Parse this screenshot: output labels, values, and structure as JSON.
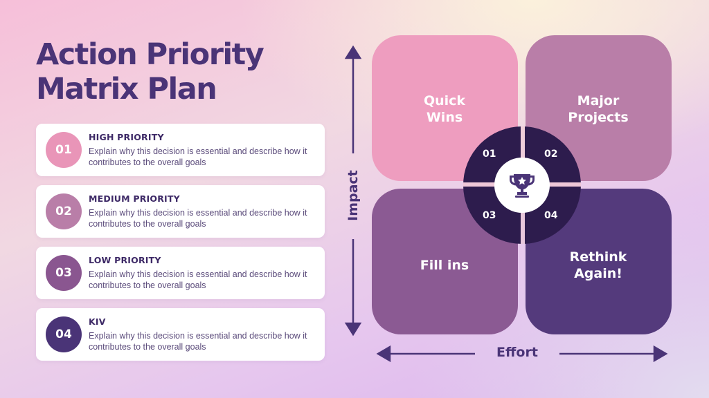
{
  "title": {
    "line1": "Action Priority",
    "line2": "Matrix Plan"
  },
  "cards": [
    {
      "number": "01",
      "title": "HIGH PRIORITY",
      "desc": "Explain why this decision is essential and describe how it contributes to the overall goals",
      "color": "#e995b8"
    },
    {
      "number": "02",
      "title": "MEDIUM PRIORITY",
      "desc": "Explain why this decision is essential and describe how it contributes to the overall goals",
      "color": "#b97ea8"
    },
    {
      "number": "03",
      "title": "LOW PRIORITY",
      "desc": "Explain why this decision is essential and describe how it contributes to the overall goals",
      "color": "#8a5690"
    },
    {
      "number": "04",
      "title": "KIV",
      "desc": "Explain why this decision is essential and describe how it contributes to the overall goals",
      "color": "#4a3477"
    }
  ],
  "matrix": {
    "quadrants": [
      {
        "number": "01",
        "label": "Quick Wins",
        "color": "#ee9dbf"
      },
      {
        "number": "02",
        "label": "Major Projects",
        "color": "#b97ea8"
      },
      {
        "number": "03",
        "label": "Fill ins",
        "color": "#8b5a93"
      },
      {
        "number": "04",
        "label": "Rethink Again!",
        "color": "#543a7c"
      }
    ],
    "center_icon": "trophy-icon",
    "center_color": "#2d1c4d",
    "y_axis_label": "Impact",
    "x_axis_label": "Effort"
  }
}
